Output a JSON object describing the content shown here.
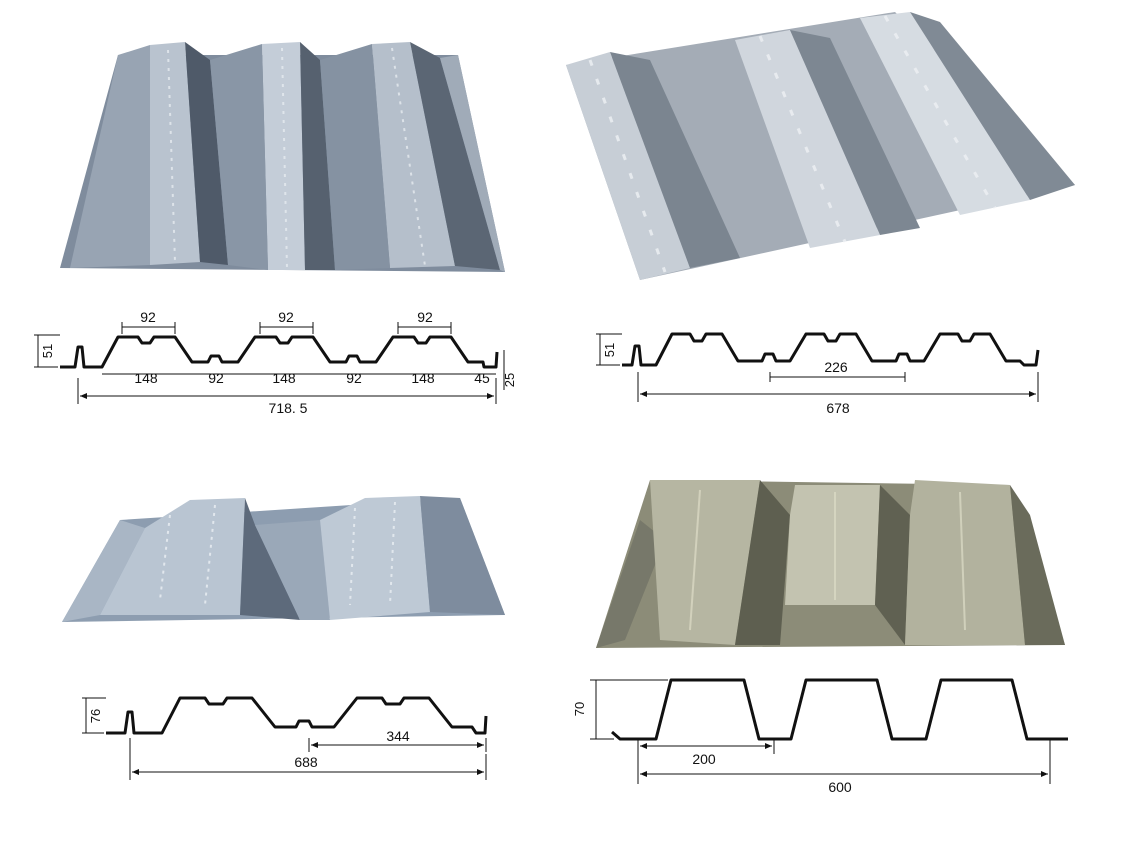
{
  "panels": [
    {
      "photo": "steel-deck-photo-1",
      "colors": {
        "base": "#8a97a8",
        "dark": "#4a5566",
        "light": "#c9d2dc"
      },
      "dimensions": {
        "height": "51",
        "top_widths": [
          "92",
          "92",
          "92"
        ],
        "bottom": [
          "148",
          "92",
          "148",
          "92",
          "148",
          "45"
        ],
        "edge": "25",
        "total": "718. 5"
      }
    },
    {
      "photo": "steel-deck-photo-2",
      "colors": {
        "base": "#a9b1ba",
        "dark": "#69737e",
        "light": "#dde2e7"
      },
      "dimensions": {
        "height": "51",
        "pitch": "226",
        "total": "678"
      }
    },
    {
      "photo": "steel-deck-photo-3",
      "colors": {
        "base": "#94a4b6",
        "dark": "#5b6878",
        "light": "#cfd8e2"
      },
      "dimensions": {
        "height": "76",
        "pitch": "344",
        "total": "688"
      }
    },
    {
      "photo": "steel-deck-photo-4",
      "colors": {
        "base": "#9a9a86",
        "dark": "#5e5f50",
        "light": "#cfcfbd"
      },
      "dimensions": {
        "height": "70",
        "pitch": "200",
        "total": "600"
      }
    }
  ]
}
